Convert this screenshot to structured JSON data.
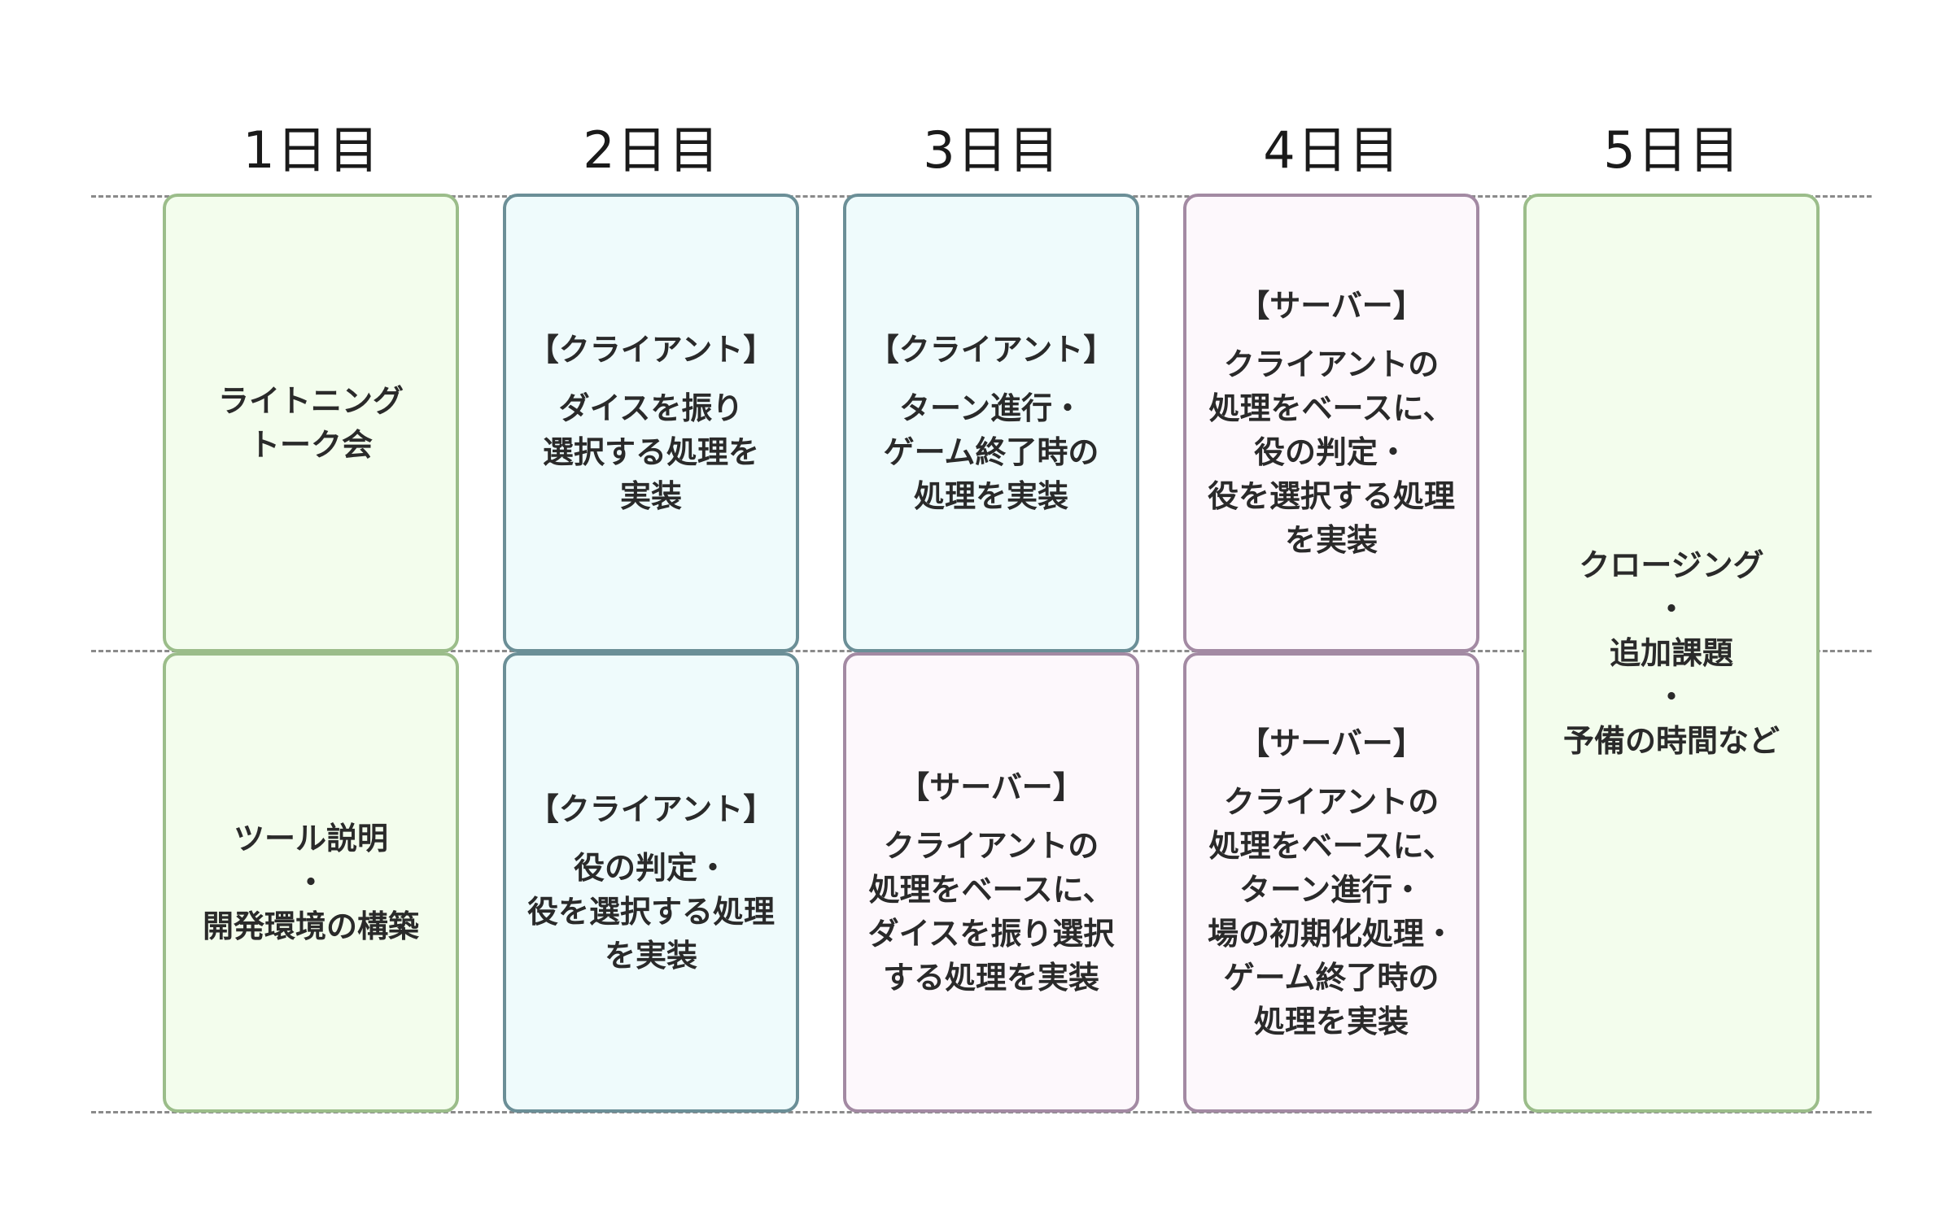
{
  "days": [
    "1日目",
    "2日目",
    "3日目",
    "4日目",
    "5日目"
  ],
  "colors": {
    "green_fill": "#f3fded",
    "green_border": "#9bbd8a",
    "blue_fill": "#effbfc",
    "blue_border": "#6b8f97",
    "purple_fill": "#fdf8fc",
    "purple_border": "#a38aa3"
  },
  "cards": {
    "day1_top": {
      "lines": [
        "ライトニング",
        "トーク会"
      ]
    },
    "day1_bottom": {
      "lines": [
        "ツール説明",
        "・",
        "開発環境の構築"
      ]
    },
    "day2_top": {
      "head": "【クライアント】",
      "lines": [
        "ダイスを振り",
        "選択する処理を",
        "実装"
      ]
    },
    "day2_bottom": {
      "head": "【クライアント】",
      "lines": [
        "役の判定・",
        "役を選択する処理",
        "を実装"
      ]
    },
    "day3_top": {
      "head": "【クライアント】",
      "lines": [
        "ターン進行・",
        "ゲーム終了時の",
        "処理を実装"
      ]
    },
    "day3_bottom": {
      "head": "【サーバー】",
      "lines": [
        "クライアントの",
        "処理をベースに、",
        "ダイスを振り選択",
        "する処理を実装"
      ]
    },
    "day4_top": {
      "head": "【サーバー】",
      "lines": [
        "クライアントの",
        "処理をベースに、",
        "役の判定・",
        "役を選択する処理",
        "を実装"
      ]
    },
    "day4_bottom": {
      "head": "【サーバー】",
      "lines": [
        "クライアントの",
        "処理をベースに、",
        "ターン進行・",
        "場の初期化処理・",
        "ゲーム終了時の",
        "処理を実装"
      ]
    },
    "day5": {
      "lines": [
        "クロージング",
        "・",
        "追加課題",
        "・",
        "予備の時間など"
      ]
    }
  }
}
